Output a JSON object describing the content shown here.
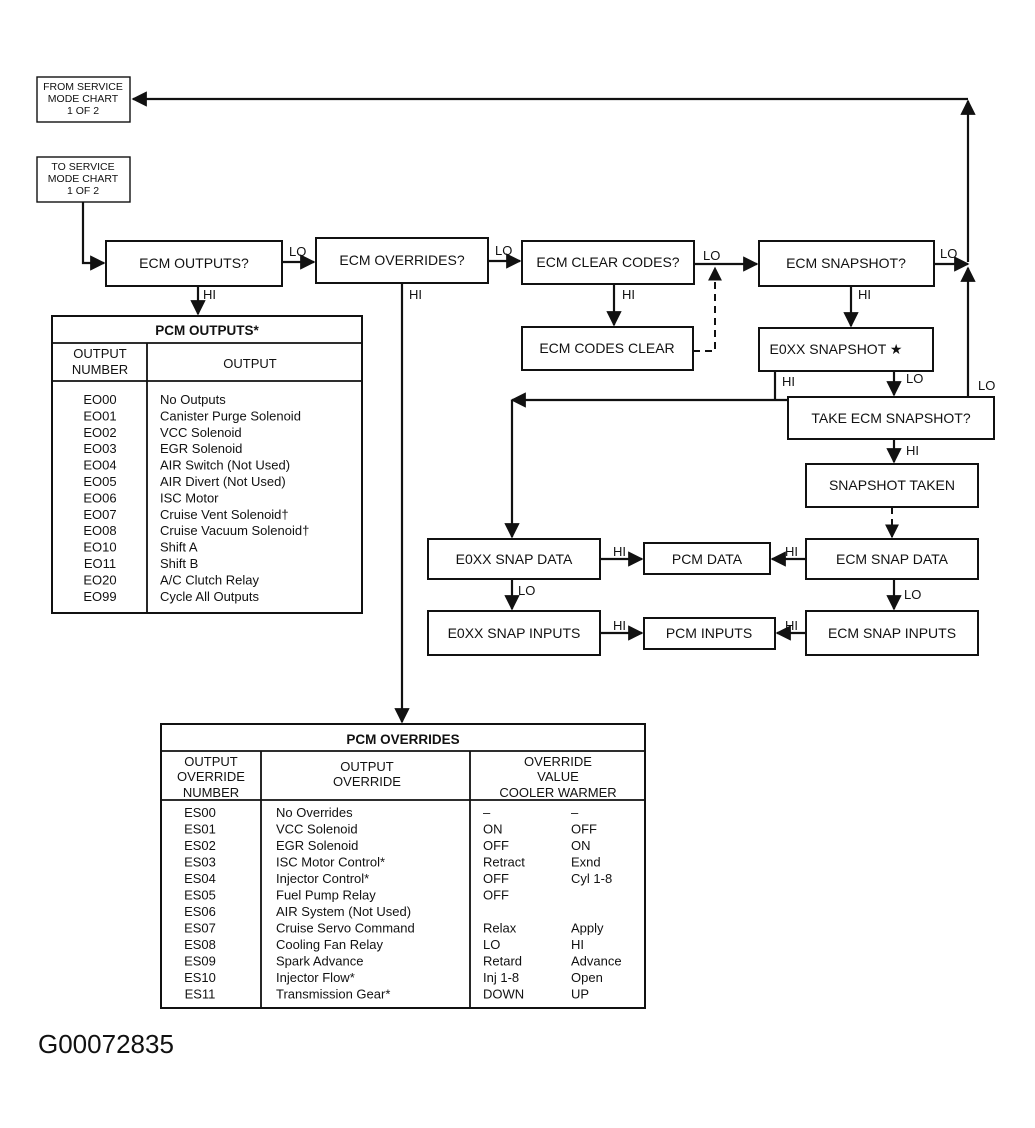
{
  "refs": {
    "from_service": [
      "FROM SERVICE",
      "MODE CHART",
      "1 OF 2"
    ],
    "to_service": [
      "TO SERVICE",
      "MODE CHART",
      "1 OF 2"
    ]
  },
  "nodes": {
    "ecm_outputs": "ECM OUTPUTS?",
    "ecm_overrides": "ECM OVERRIDES?",
    "ecm_clear_codes": "ECM CLEAR CODES?",
    "ecm_snapshot": "ECM SNAPSHOT?",
    "ecm_codes_clear": "ECM CODES CLEAR",
    "e0xx_snapshot": "E0XX SNAPSHOT ★",
    "take_ecm_snapshot": "TAKE ECM SNAPSHOT?",
    "snapshot_taken": "SNAPSHOT TAKEN",
    "e0xx_snap_data": "E0XX SNAP DATA",
    "pcm_data": "PCM DATA",
    "ecm_snap_data": "ECM SNAP DATA",
    "e0xx_snap_inputs": "E0XX SNAP INPUTS",
    "pcm_inputs": "PCM INPUTS",
    "ecm_snap_inputs": "ECM SNAP INPUTS"
  },
  "edge_labels": {
    "lo": "LO",
    "hi": "HI"
  },
  "pcm_outputs": {
    "title": "PCM OUTPUTS*",
    "col1_header": [
      "OUTPUT",
      "NUMBER"
    ],
    "col2_header": "OUTPUT",
    "rows": [
      [
        "EO00",
        "No Outputs"
      ],
      [
        "EO01",
        "Canister Purge Solenoid"
      ],
      [
        "EO02",
        "VCC Solenoid"
      ],
      [
        "EO03",
        "EGR Solenoid"
      ],
      [
        "EO04",
        "AIR Switch (Not Used)"
      ],
      [
        "EO05",
        "AIR Divert (Not Used)"
      ],
      [
        "EO06",
        "ISC Motor"
      ],
      [
        "EO07",
        "Cruise Vent Solenoid†"
      ],
      [
        "EO08",
        "Cruise Vacuum Solenoid†"
      ],
      [
        "EO10",
        "Shift A"
      ],
      [
        "EO11",
        "Shift B"
      ],
      [
        "EO20",
        "A/C Clutch Relay"
      ],
      [
        "EO99",
        "Cycle All Outputs"
      ]
    ]
  },
  "pcm_overrides": {
    "title": "PCM OVERRIDES",
    "col1_header": [
      "OUTPUT",
      "OVERRIDE",
      "NUMBER"
    ],
    "col2_header": [
      "OUTPUT",
      "OVERRIDE"
    ],
    "col3_header": [
      "OVERRIDE",
      "VALUE",
      "COOLER WARMER"
    ],
    "rows": [
      [
        "ES00",
        "No Overrides",
        "–",
        "–"
      ],
      [
        "ES01",
        "VCC Solenoid",
        "ON",
        "OFF"
      ],
      [
        "ES02",
        "EGR Solenoid",
        "OFF",
        "ON"
      ],
      [
        "ES03",
        "ISC Motor Control*",
        "Retract",
        "Exnd"
      ],
      [
        "ES04",
        "Injector Control*",
        "OFF",
        "Cyl 1-8"
      ],
      [
        "ES05",
        "Fuel Pump Relay",
        "OFF",
        ""
      ],
      [
        "ES06",
        "AIR System (Not Used)",
        "",
        ""
      ],
      [
        "ES07",
        "Cruise Servo Command",
        "Relax",
        "Apply"
      ],
      [
        "ES08",
        "Cooling Fan Relay",
        "LO",
        "HI"
      ],
      [
        "ES09",
        "Spark Advance",
        "Retard",
        "Advance"
      ],
      [
        "ES10",
        "Injector Flow*",
        "Inj 1-8",
        "Open"
      ],
      [
        "ES11",
        "Transmission Gear*",
        "DOWN",
        "UP"
      ]
    ]
  },
  "figure_id": "G00072835"
}
